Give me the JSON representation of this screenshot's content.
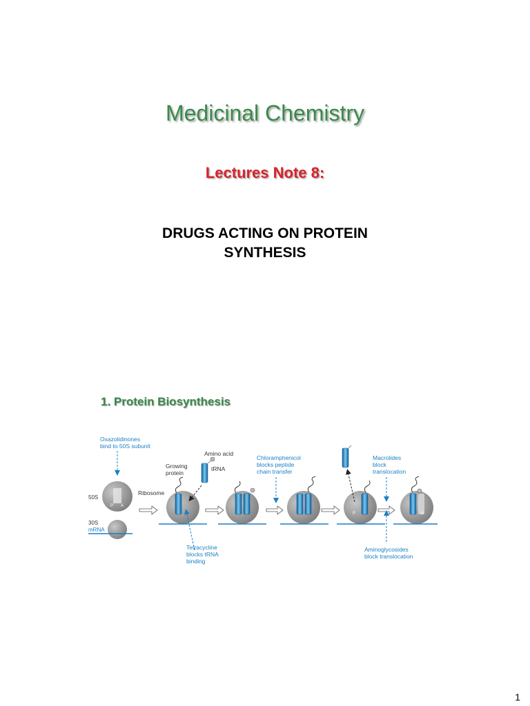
{
  "title": "Medicinal Chemistry",
  "subtitle": "Lectures Note 8:",
  "heading": {
    "line1": "DRUGS ACTING ON PROTEIN",
    "line2": "SYNTHESIS"
  },
  "section_title": "1. Protein Biosynthesis",
  "diagram": {
    "labels": {
      "oxazolidinones_1": "Oxazolidinones",
      "oxazolidinones_2": "bind to 50S subunit",
      "s50": "50S",
      "s30": "30S",
      "mrna": "mRNA",
      "ribosome": "Ribosome",
      "growing_1": "Growing",
      "growing_2": "protein",
      "amino_acid": "Amino acid",
      "trna": "tRNA",
      "chloramphenicol_1": "Chloramphenicol",
      "chloramphenicol_2": "blocks peptide",
      "chloramphenicol_3": "chain transfer",
      "macrolides_1": "Macrolides",
      "macrolides_2": "block",
      "macrolides_3": "translocation",
      "tetracycline_1": "Tetracycline",
      "tetracycline_2": "blocks tRNA",
      "tetracycline_3": "binding",
      "aminoglycosides_1": "Aminoglycosides",
      "aminoglycosides_2": "block translocation",
      "site_p": "P",
      "site_a": "A"
    },
    "colors": {
      "blue": "#1a7fc4",
      "label_blue": "#1a7fc4",
      "ribosome_gray": "#8e8e8e"
    }
  },
  "page_number": "1"
}
